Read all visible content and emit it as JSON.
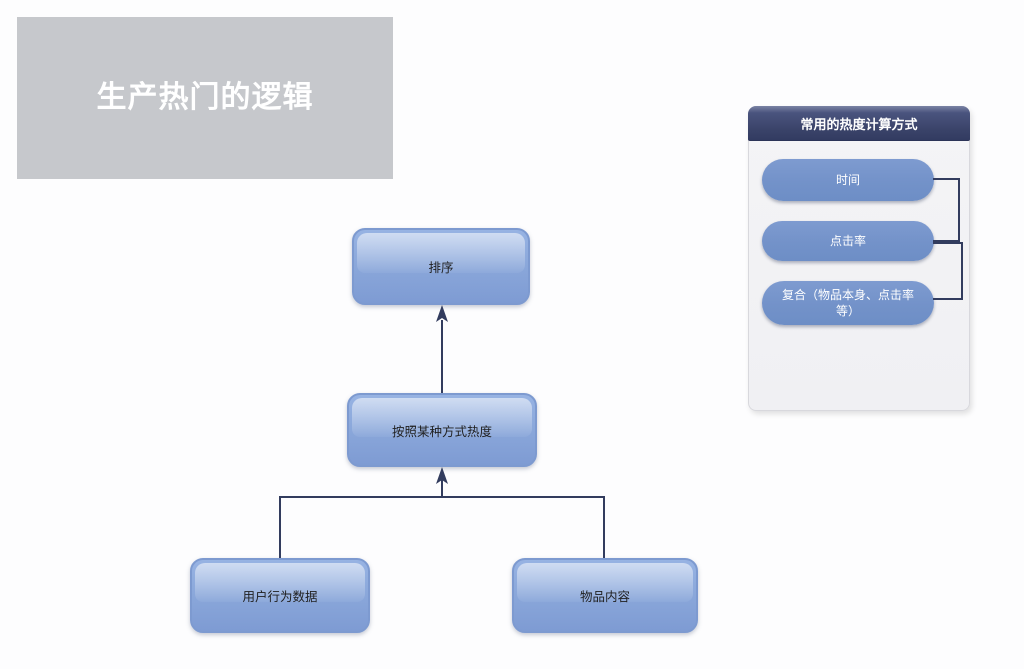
{
  "title": {
    "label": "生产热门的逻辑"
  },
  "flowchart": {
    "nodes": [
      {
        "id": "sort",
        "label": "排序"
      },
      {
        "id": "heat-method",
        "label": "按照某种方式热度"
      },
      {
        "id": "user-behavior",
        "label": "用户行为数据"
      },
      {
        "id": "item-content",
        "label": "物品内容"
      }
    ],
    "edges": [
      {
        "from": "heat-method",
        "to": "sort",
        "type": "arrow-up"
      },
      {
        "from": "user-behavior",
        "to": "heat-method",
        "type": "arrow-up"
      },
      {
        "from": "item-content",
        "to": "heat-method",
        "type": "arrow-up"
      }
    ]
  },
  "panel": {
    "header": "常用的热度计算方式",
    "items": [
      {
        "label": "时间"
      },
      {
        "label": "点击率"
      },
      {
        "label": "复合（物品本身、点击率等）"
      }
    ],
    "links": [
      {
        "from": "时间",
        "to": "点击率"
      },
      {
        "from": "点击率",
        "to": "复合（物品本身、点击率等）"
      }
    ]
  },
  "colors": {
    "title_bg": "#c6c8cc",
    "node_fill": "#8aa7da",
    "node_border": "#7d9ad0",
    "pill_fill": "#7392c9",
    "header_navy": "#3a4369",
    "connector": "#323c5e",
    "panel_bg": "#f2f2f4",
    "page_bg": "#fdfdfe"
  }
}
